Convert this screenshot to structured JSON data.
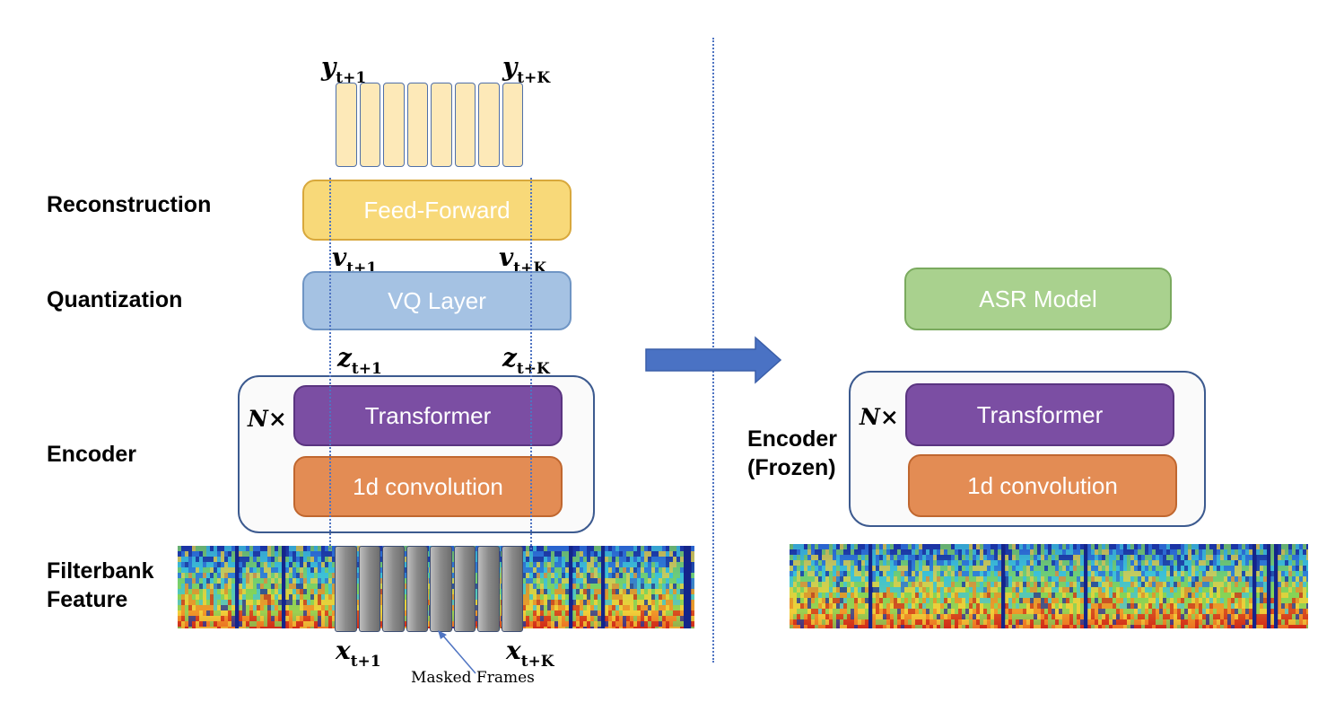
{
  "left": {
    "row_labels": {
      "reconstruction": "Reconstruction",
      "quantization": "Quantization",
      "encoder": "Encoder",
      "filterbank": "Filterbank\nFeature"
    },
    "blocks": {
      "feed_forward": "Feed-Forward",
      "vq_layer": "VQ Layer",
      "transformer": "Transformer",
      "conv": "1d convolution"
    },
    "repeat": "N×",
    "symbols": {
      "y_first": {
        "base": "y",
        "sub": "t+1"
      },
      "y_last": {
        "base": "y",
        "sub": "t+K"
      },
      "v_first": {
        "base": "v",
        "sub": "t+1"
      },
      "v_last": {
        "base": "v",
        "sub": "t+K"
      },
      "z_first": {
        "base": "z",
        "sub": "t+1"
      },
      "z_last": {
        "base": "z",
        "sub": "t+K"
      },
      "x_first": {
        "base": "x",
        "sub": "t+1"
      },
      "x_last": {
        "base": "x",
        "sub": "t+K"
      }
    },
    "masked_frames_label": "Masked Frames",
    "output_frame_count": 8,
    "masked_frame_count": 8
  },
  "right": {
    "encoder_label": "Encoder\n(Frozen)",
    "repeat": "N×",
    "blocks": {
      "asr": "ASR Model",
      "transformer": "Transformer",
      "conv": "1d convolution"
    }
  },
  "colors": {
    "feed_forward": "#f8d979",
    "vq_layer": "#a5c2e3",
    "transformer": "#7b4ea3",
    "conv": "#e38c54",
    "asr": "#a9d18e",
    "arrow": "#4a72c4",
    "output_frame": "#fde9b8",
    "masked_frame": "#8a8a8a"
  }
}
